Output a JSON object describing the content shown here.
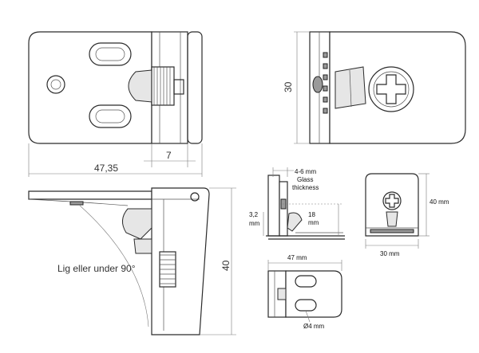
{
  "labels": {
    "top_width": "47,35",
    "top_small": "7",
    "side_height": "30",
    "open_note": "Lig eller under 90°",
    "open_height": "40",
    "glass_dim": "4-6 mm",
    "glass_word": "Glass",
    "glass_thickness": "thickness",
    "dim_18": "18",
    "dim_18_unit": "mm",
    "dim_32": "3,2",
    "dim_32_unit": "mm",
    "front_height": "40 mm",
    "front_width": "30 mm",
    "bottom_width": "47 mm",
    "hole": "Ø4 mm"
  }
}
